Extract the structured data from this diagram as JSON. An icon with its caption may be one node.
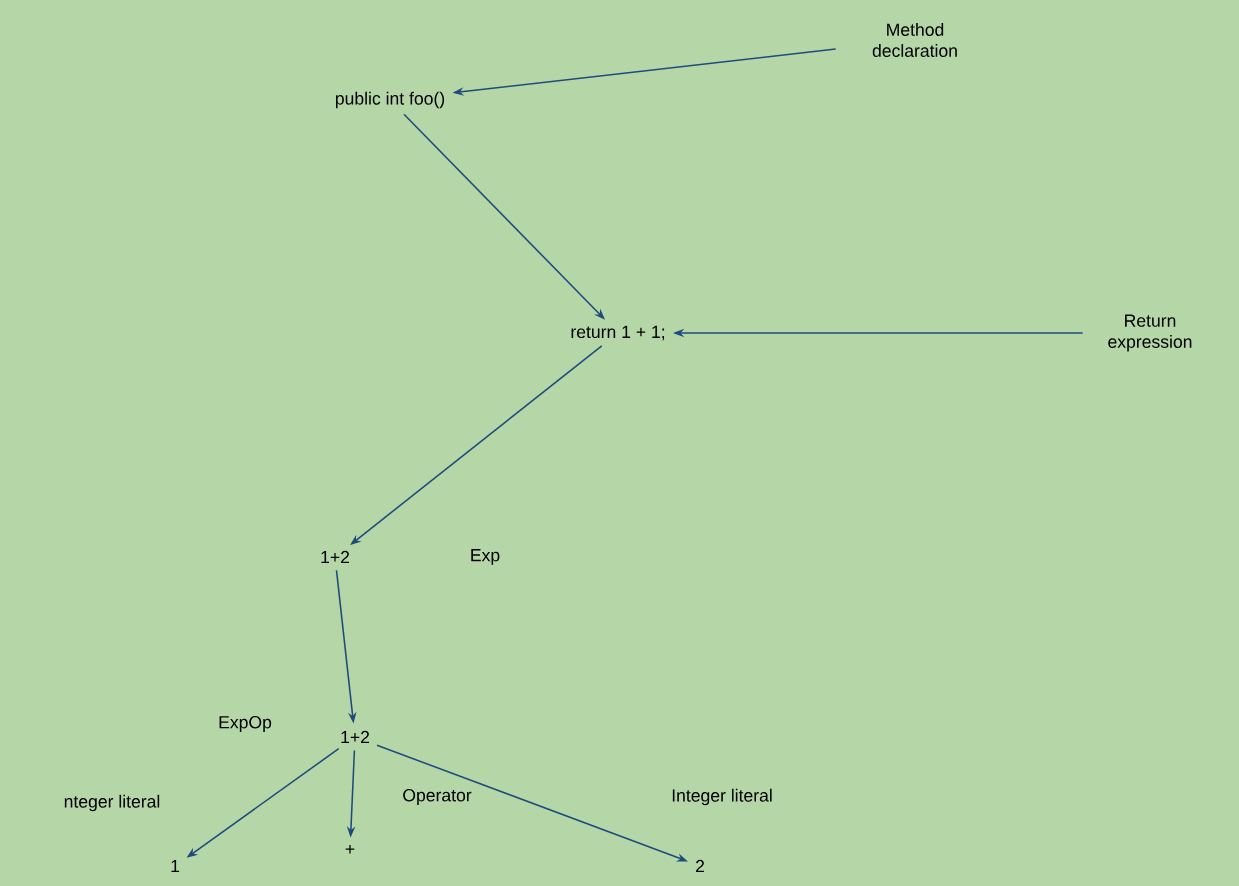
{
  "diagram": {
    "nodes": [
      {
        "text": [
          "public int foo()"
        ]
      },
      {
        "text": [
          "Method declaration"
        ]
      },
      {
        "text": [
          "return 1 + 1;"
        ]
      },
      {
        "text": [
          "Return expression"
        ]
      },
      {
        "text": [
          "1+2"
        ]
      },
      {
        "text": [
          "1+2"
        ],
        "beside": [
          "ExpOp"
        ]
      },
      {
        "text": [
          "1"
        ],
        "beside": [
          "nteger literal"
        ]
      },
      {
        "text": [
          "+"
        ],
        "beside": [
          "Operator"
        ]
      },
      {
        "text": [
          "2"
        ],
        "beside": [
          "Integer literal"
        ]
      }
    ],
    "edges": [
      {
        "from": 1,
        "to": 0,
        "arrow": "to"
      },
      {
        "from": 0,
        "to": 2,
        "arrow": "to"
      },
      {
        "from": 3,
        "to": 2,
        "arrow": "to"
      },
      {
        "from": 2,
        "to": 4,
        "arrow": "to"
      },
      {
        "from": 4,
        "to": 5,
        "arrow": "to"
      },
      {
        "from": 5,
        "to": 6,
        "arrow": "to"
      },
      {
        "from": 5,
        "to": 7,
        "arrow": "to"
      },
      {
        "from": 5,
        "to": 8,
        "arrow": "to"
      }
    ],
    "labels": [
      "Exp"
    ]
  }
}
